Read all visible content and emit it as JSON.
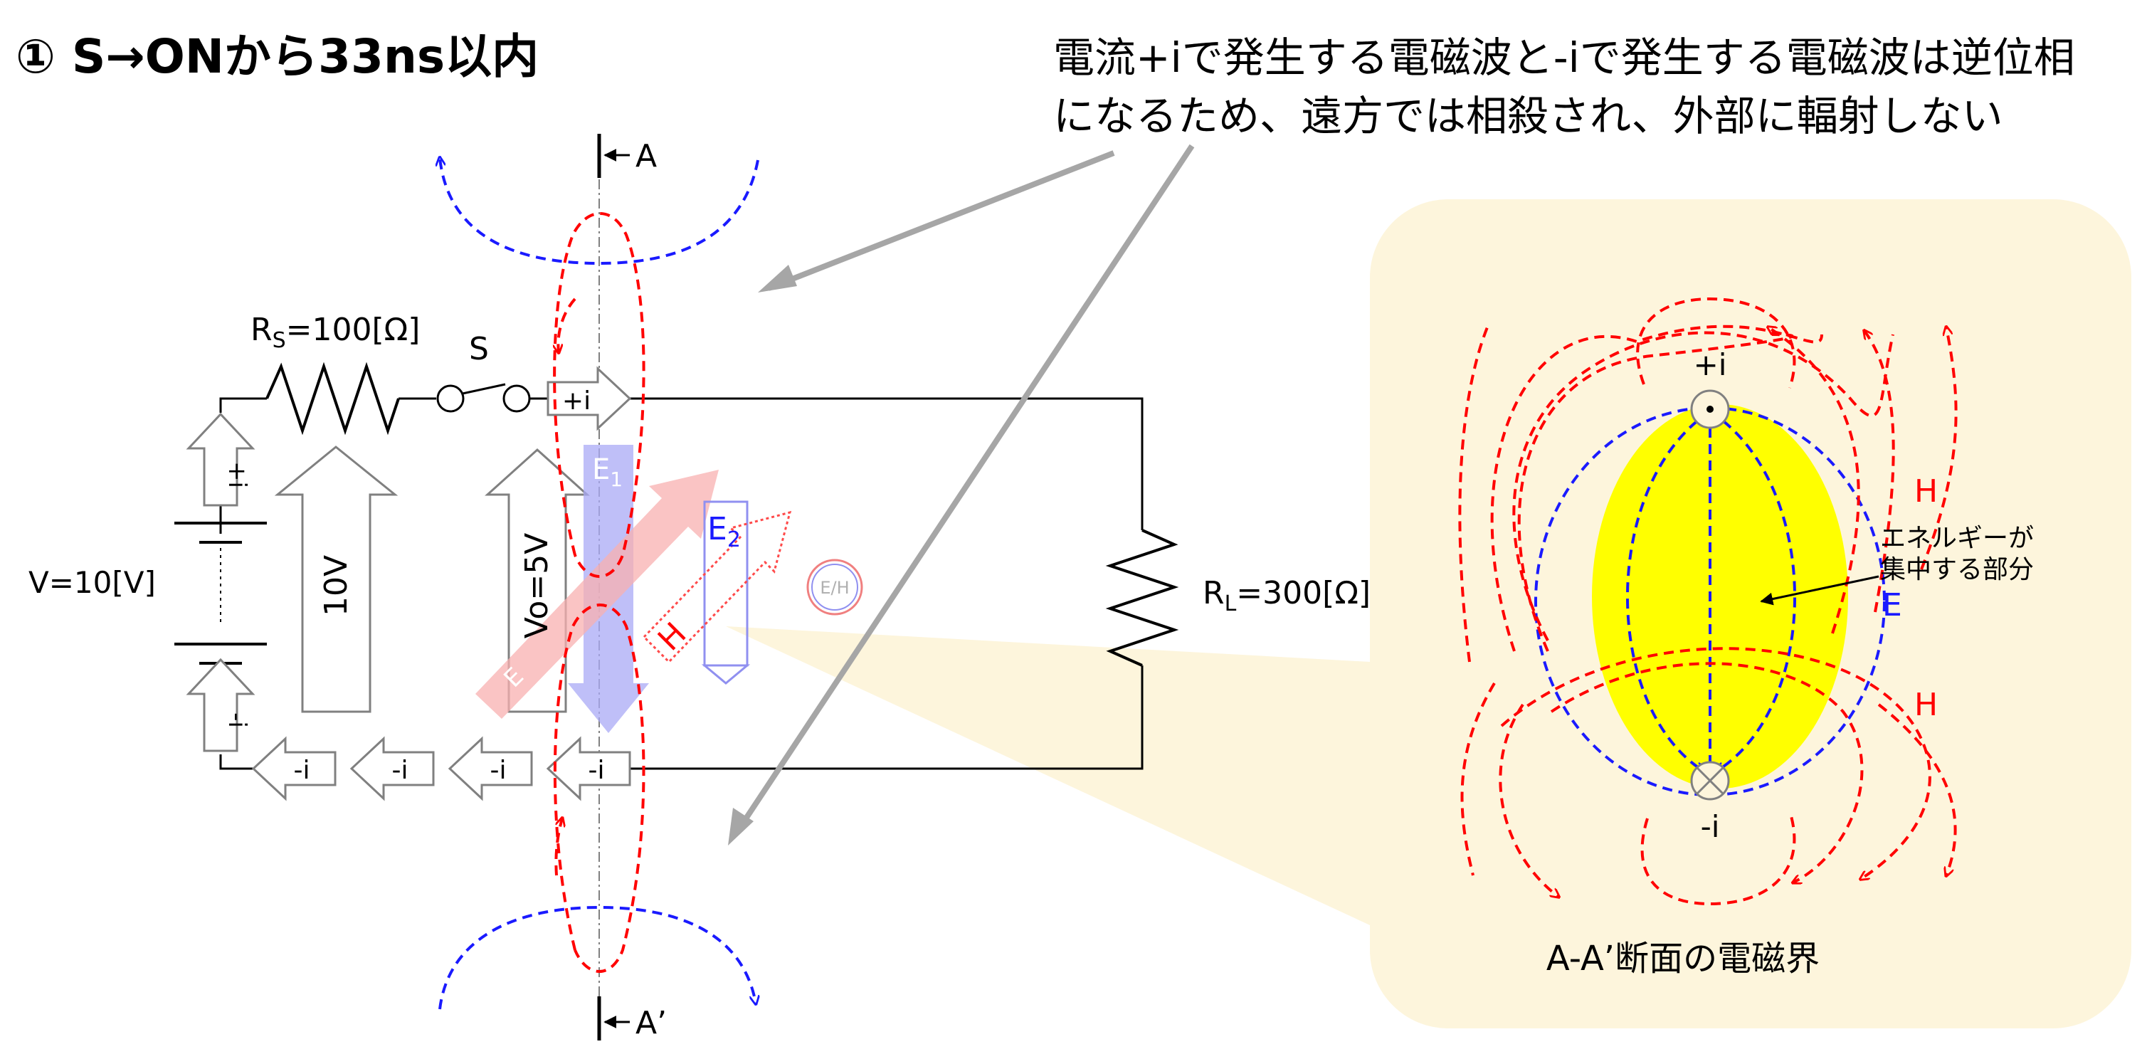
{
  "title": "① S→ONから33ns以内",
  "note": {
    "line1": "電流+iで発生する電磁波と-iで発生する電磁波は逆位相",
    "line2": "になるため、遠方では相殺され、外部に輻射しない"
  },
  "circuit": {
    "rs_label": "R",
    "rs_sub": "S",
    "rs_value": "=100[Ω]",
    "switch_label": "S",
    "rl_label": "R",
    "rl_sub": "L",
    "rl_value": "=300[Ω]",
    "source_label": "V=10[V]",
    "source_arrow_label": "10V",
    "output_arrow_label": "Vo=5V",
    "plus_i": "+i",
    "minus_i": "-i",
    "plus_i_rot": "+i",
    "minus_i_rot": "-i",
    "section_a": "A",
    "section_a_prime": "A’",
    "e1": "E",
    "e1_sub": "1",
    "e2": "E",
    "e2_sub": "2",
    "h_label": "H",
    "eh_label": "E/H",
    "faint_label": "E"
  },
  "cross_section": {
    "plus_i": "+i",
    "minus_i": "-i",
    "h_label": "H",
    "e_label": "E",
    "energy_line1": "エネルギーが",
    "energy_line2": "集中する部分",
    "caption": "A-A’断面の電磁界"
  },
  "colors": {
    "e_field": "#1a1aff",
    "h_field": "#ff0000",
    "yellow": "#ffff00",
    "panel": "#fdf5dc",
    "grey_arrow": "#a6a6a6"
  }
}
